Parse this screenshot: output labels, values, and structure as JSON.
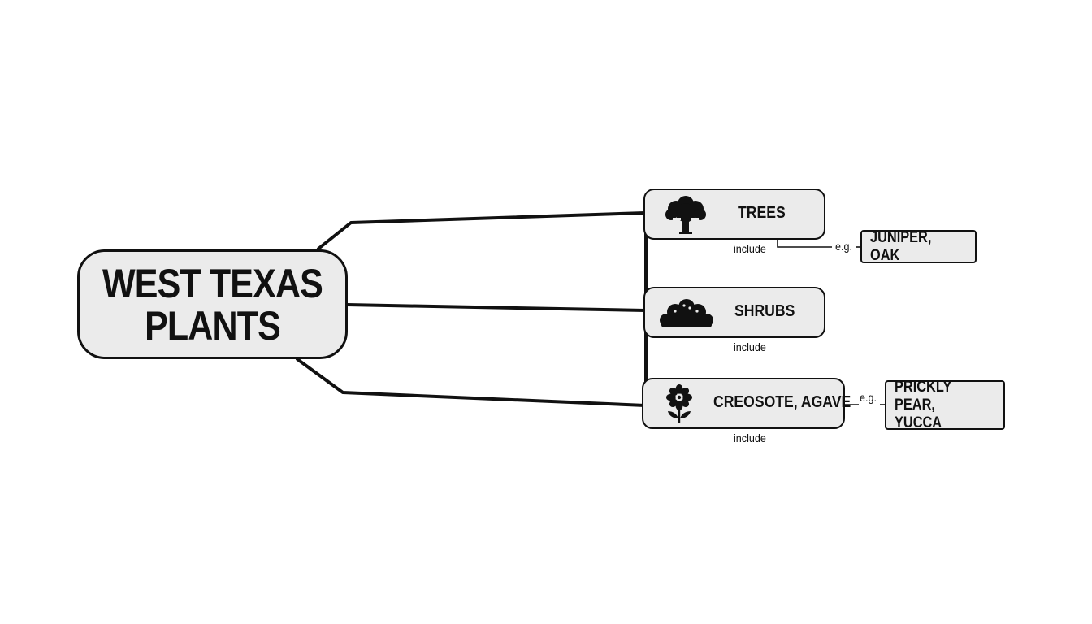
{
  "root": {
    "title": "WEST TEXAS PLANTS"
  },
  "categories": [
    {
      "label": "TREES",
      "icon": "tree-icon",
      "relation": "include",
      "example_prefix": "e.g.",
      "example": "JUNIPER, OAK"
    },
    {
      "label": "SHRUBS",
      "icon": "shrub-icon",
      "relation": "include"
    },
    {
      "label": "CREOSOTE, AGAVE",
      "icon": "flower-icon",
      "relation": "include",
      "example_prefix": "e.g.",
      "example": "PRICKLY PEAR, YUCCA"
    }
  ],
  "colors": {
    "node_fill": "#ebebeb",
    "stroke": "#111111",
    "background": "#ffffff"
  }
}
